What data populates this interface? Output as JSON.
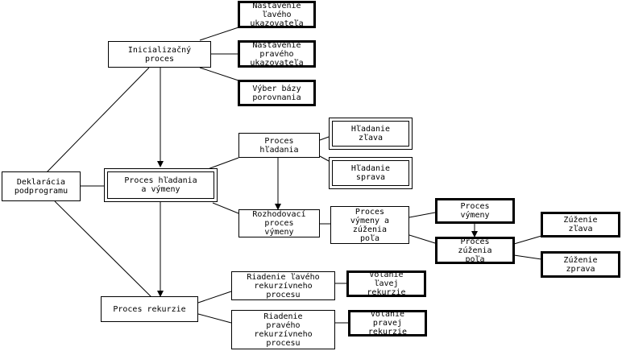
{
  "nodes": {
    "deklaracia": "Deklarácia\npodprogramu",
    "inicializacny": "Inicializačný\nproces",
    "nastavenie_laveho": "Nastavenie\nľavého\nukazovateľa",
    "nastavenie_praveho": "Nastavenie\npravého\nukazovateľa",
    "vyber_baze": "Výber bázy\nporovnania",
    "proces_hladania_vymeny": "Proces hľadania\na výmeny",
    "proces_hladania": "Proces\nhľadania",
    "hladanie_zlava": "Hľadanie\nzľava",
    "hladanie_sprava": "Hľadanie\nsprava",
    "rozhodovaci": "Rozhodovací\nproces\nvýmeny",
    "proces_vymeny_zuzenia": "Proces\nvýmeny a\nzúženia\npoľa",
    "proces_vymeny": "Proces\nvýmeny",
    "proces_zuzenia": "Proces\nzúženia\npoľa",
    "zuzenie_zlava": "Zúženie\nzľava",
    "zuzenie_zprava": "Zúženie\nzprava",
    "proces_rekurzie": "Proces rekurzie",
    "riadenie_laveho": "Riadenie ľavého\nrekurzívneho\nprocesu",
    "volanie_lavej": "Volanie\nľavej\nrekurzie",
    "riadenie_praveho": "Riadenie\npravého\nrekurzívneho\nprocesu",
    "volanie_pravej": "Volanie\npravej\nrekurzie"
  }
}
